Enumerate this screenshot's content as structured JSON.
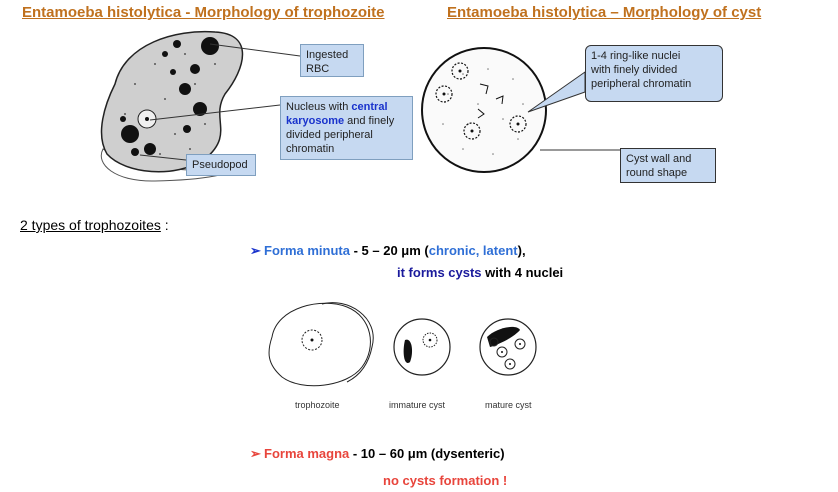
{
  "headings": {
    "trophozoite": "Entamoeba histolytica - Morphology of trophozoite",
    "cyst": "Entamoeba histolytica – Morphology of cyst"
  },
  "callouts": {
    "rbc": [
      "Ingested",
      "RBC"
    ],
    "nucleus": {
      "pre": "Nucleus with ",
      "hl1": "central",
      "hl2": "karyosome",
      "post1": " and finely",
      "post2": "divided peripheral",
      "post3": "chromatin"
    },
    "pseudopod": "Pseudopod",
    "ring_nuclei": [
      "1-4 ring-like nuclei",
      "with finely divided",
      "peripheral chromatin"
    ],
    "cyst_wall": [
      "Cyst wall and",
      "round shape"
    ]
  },
  "types": {
    "label": "2 types of trophozoites",
    "colon": " :"
  },
  "minuta": {
    "name": "Forma minuta",
    "dash": " -  ",
    "size": "5 – 20 μm (",
    "paren": "chronic, latent",
    "close": "),",
    "line2_a": "it forms cysts",
    "line2_b": " with 4 nuclei"
  },
  "captions": {
    "trophozoite": "trophozoite",
    "immature": "immature cyst",
    "mature": "mature cyst"
  },
  "magna": {
    "name": "Forma magna",
    "rest": "  - 10 – 60 μm (dysenteric)",
    "line2": "no cysts formation !"
  }
}
